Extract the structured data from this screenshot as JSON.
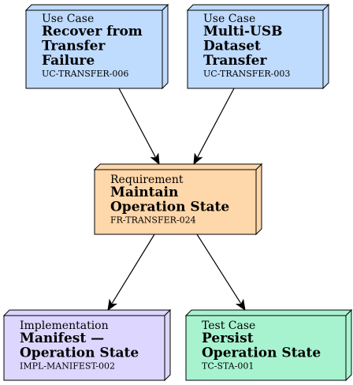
{
  "nodes": [
    {
      "id": "uc006",
      "kind": "Use Case",
      "title_lines": [
        "Recover from",
        "Transfer",
        "Failure"
      ],
      "identifier": "UC-TRANSFER-006",
      "fill": "#bfdbfe"
    },
    {
      "id": "uc003",
      "kind": "Use Case",
      "title_lines": [
        "Multi-USB",
        "Dataset",
        "Transfer"
      ],
      "identifier": "UC-TRANSFER-003",
      "fill": "#bfdbfe"
    },
    {
      "id": "fr024",
      "kind": "Requirement",
      "title_lines": [
        "Maintain",
        "Operation State"
      ],
      "identifier": "FR-TRANSFER-024",
      "fill": "#fed7aa"
    },
    {
      "id": "impl002",
      "kind": "Implementation",
      "title_lines": [
        "Manifest —",
        "Operation State"
      ],
      "identifier": "IMPL-MANIFEST-002",
      "fill": "#ddd6fe"
    },
    {
      "id": "tc001",
      "kind": "Test Case",
      "title_lines": [
        "Persist",
        "Operation State"
      ],
      "identifier": "TC-STA-001",
      "fill": "#a7f3d0"
    }
  ],
  "edges": [
    {
      "from": "uc006",
      "to": "fr024"
    },
    {
      "from": "uc003",
      "to": "fr024"
    },
    {
      "from": "fr024",
      "to": "impl002"
    },
    {
      "from": "fr024",
      "to": "tc001"
    }
  ]
}
